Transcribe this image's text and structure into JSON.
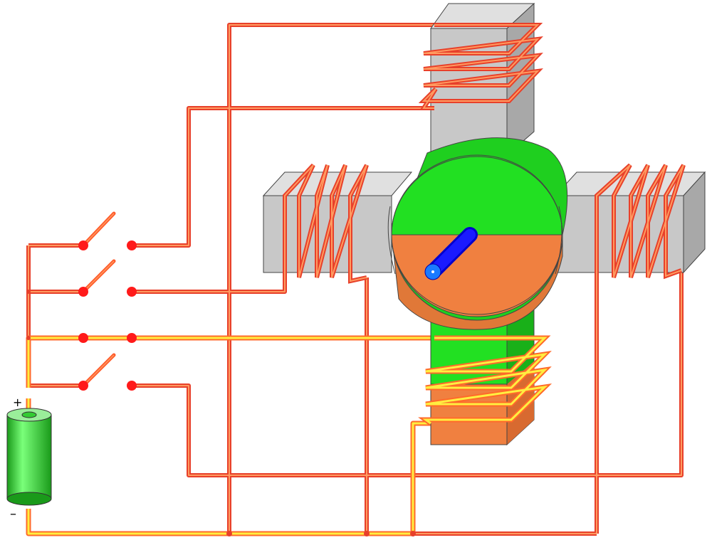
{
  "battery": {
    "plus_label": "+",
    "minus_label": "–"
  },
  "colors": {
    "wire_inactive": "#ff5a2a",
    "wire_inactive_core": "#ff9a60",
    "wire_active": "#ff5a2a",
    "wire_active_core": "#ffee40",
    "pole_face": "#c8c8c8",
    "pole_side": "#a8a8a8",
    "pole_top": "#d8d8d8",
    "pole_energized_green": "#22e022",
    "pole_energized_orange": "#f08040",
    "rotor_north": "#22e022",
    "rotor_south": "#f08040",
    "shaft": "#1a1aff",
    "switch_contact": "#ff1a1a",
    "battery_body": "#33dd33"
  },
  "switches": [
    {
      "id": "s1",
      "state": "open"
    },
    {
      "id": "s2",
      "state": "open"
    },
    {
      "id": "s3",
      "state": "closed"
    },
    {
      "id": "s4",
      "state": "open"
    }
  ],
  "coils": [
    {
      "id": "top",
      "energized": false
    },
    {
      "id": "left",
      "energized": false
    },
    {
      "id": "right",
      "energized": false
    },
    {
      "id": "bottom",
      "energized": true
    }
  ]
}
